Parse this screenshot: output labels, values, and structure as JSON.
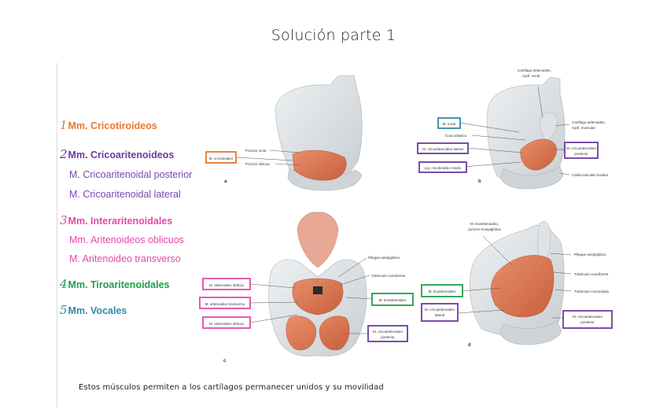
{
  "title": "Solución parte 1",
  "legend": {
    "items": [
      {
        "num": "1",
        "label": "Mm. Cricotiroideos",
        "color": "#e8772e",
        "bold": true
      },
      {
        "num": "2",
        "label": "Mm. Cricoaritenoideos",
        "color": "#6b3aa0",
        "bold": true
      },
      {
        "num": "",
        "label": "M. Cricoaritenoidal posterior",
        "color": "#7a47ad",
        "bold": false
      },
      {
        "num": "",
        "label": "M. Cricoaritenoidal lateral",
        "color": "#7a47ad",
        "bold": false
      },
      {
        "num": "3",
        "label": "Mm. Interaritenoidales",
        "color": "#e24aa8",
        "bold": true
      },
      {
        "num": "",
        "label": "Mm. Aritenoideos oblicuos",
        "color": "#e24aa8",
        "bold": false
      },
      {
        "num": "",
        "label": "M. Aritenoideo transverso",
        "color": "#e24aa8",
        "bold": false
      },
      {
        "num": "4",
        "label": "Mm. Tiroaritenoidales",
        "color": "#1f9e4a",
        "bold": true
      },
      {
        "num": "5",
        "label": "Mm. Vocales",
        "color": "#2d8aa8",
        "bold": true
      }
    ]
  },
  "figures": {
    "a": {
      "letter": "a",
      "box_cricotiroideo": "M. cricotiroideo",
      "porcion_recta": "Porción recta",
      "porcion_oblicua": "Porción oblicua"
    },
    "b": {
      "letter": "b",
      "cart_vocal": "Cartílago aritenoides, Apóf. vocal",
      "m_vocal": "M. vocal",
      "cono": "Cono elástico",
      "cart_muscular": "Cartílago aritenoides, Apóf. muscular",
      "box_cricoar_lat": "M. cricoaritenoideo lateral",
      "box_cricoar_post": "M. cricoaritenoideo posterior",
      "lig": "Lig. cricotiroideo medio",
      "carilla": "Carilla articular tiroidea"
    },
    "c": {
      "letter": "c",
      "ar_obl_top": "M. aritenoideo oblicuo",
      "ar_transverso": "M. aritenoideo transverso",
      "ar_obl_bottom": "M. aritenoideo oblicuo",
      "pliegue": "Pliegue ariepiglótico",
      "tuberculo_cuneiforme": "Tubérculo cuneiforme",
      "box_tiroar": "M. tiroaritenoideo",
      "box_cricoar_post": "M. cricoaritenoideo posterior"
    },
    "d": {
      "letter": "d",
      "tiro_epi": "M. tiroaritenoideo, porción tiroepiglótica",
      "pliegue": "Pliegue ariepiglótico",
      "tuberculo_cuneiforme": "Tubérculo cuneiforme",
      "tuberculo_corniculado": "Tubérculo corniculado",
      "box_tiroar": "M. tiroaritenoideo",
      "box_cricoar_lat": "M. cricoaritenoideo lateral",
      "box_cricoar_post": "M. cricoaritenoideo posterior"
    }
  },
  "footer": "Estos músculos permiten a los cartílagos permanecer unidos y su movilidad",
  "colors": {
    "orange": "#e8772e",
    "purple": "#6b3aa0",
    "pink": "#e24aa8",
    "green": "#1f9e4a",
    "teal": "#2d8aa8",
    "cartilage": "#d9dde0",
    "muscle": "#d9714e"
  }
}
